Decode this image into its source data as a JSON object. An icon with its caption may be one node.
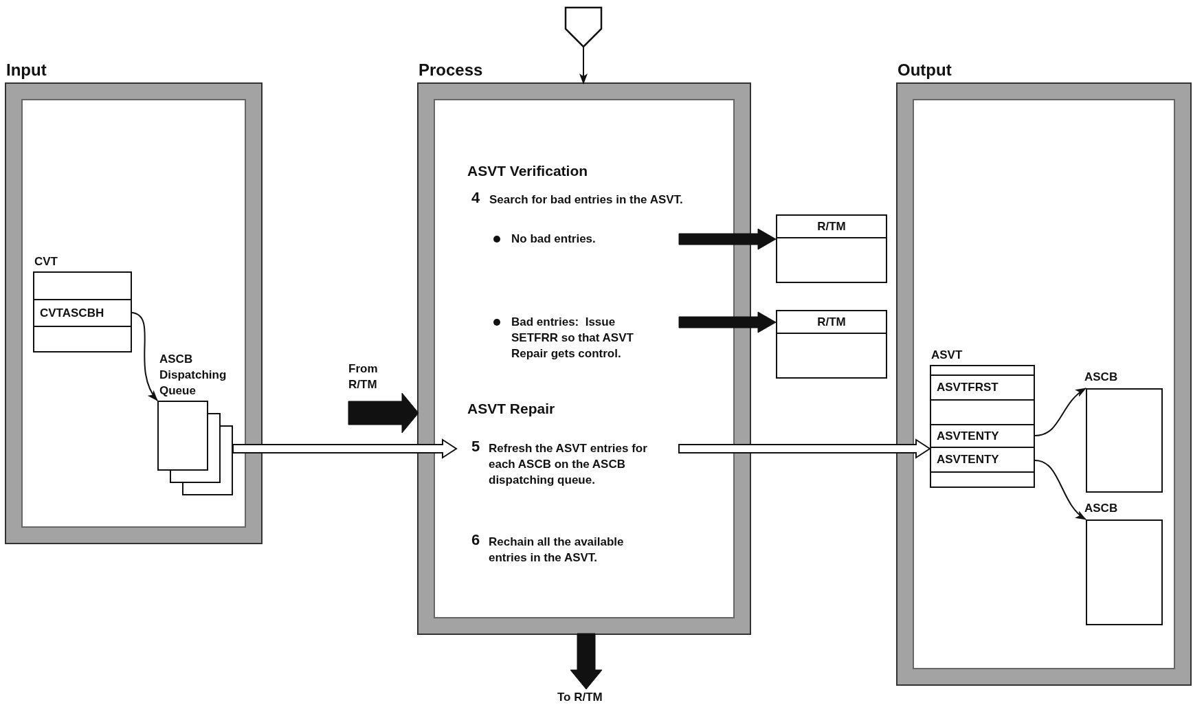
{
  "diagram": {
    "nodes": [
      {
        "text": [
          "Input"
        ]
      },
      {
        "text": [
          "CVT"
        ],
        "in": 0
      },
      {
        "text": [
          "CVTASCBH"
        ],
        "in": 1
      },
      {
        "text": [
          "ASCB Dispatching Queue"
        ],
        "in": 0
      },
      {
        "text": [
          "Process"
        ]
      },
      {
        "text": [
          "No bad entries."
        ],
        "in": 4
      },
      {
        "text": [
          "Bad entries:  Issue SETFRR so that ASVT Repair gets control."
        ],
        "in": 4
      },
      {
        "text": [
          "5",
          "Refresh the ASVT entries for each ASCB on the ASCB dispatching queue."
        ],
        "in": 4
      },
      {
        "text": [
          "R/TM"
        ]
      },
      {
        "text": [
          "R/TM"
        ]
      },
      {
        "text": [
          "Output"
        ]
      },
      {
        "text": [
          "ASVT"
        ],
        "in": 10
      },
      {
        "text": [
          "ASVTFRST"
        ],
        "in": 11
      },
      {
        "text": [
          "ASVTENTY"
        ],
        "in": 11
      },
      {
        "text": [
          "ASVTENTY"
        ],
        "in": 11
      },
      {
        "text": [
          "ASCB"
        ],
        "in": 10
      },
      {
        "text": [
          "ASCB"
        ],
        "in": 10
      },
      {
        "text": [],
        "shape": "pentagon"
      },
      {
        "text": [
          "From R/TM"
        ]
      },
      {
        "text": [
          "To R/TM"
        ]
      }
    ],
    "edges": [
      {
        "from": 17,
        "to": 4,
        "arrow": "to"
      },
      {
        "from": 2,
        "to": 3,
        "arrow": "to"
      },
      {
        "from": 3,
        "to": 7,
        "arrow": "to"
      },
      {
        "from": 18,
        "to": 4,
        "arrow": "to",
        "style": "thick"
      },
      {
        "from": 5,
        "to": 8,
        "arrow": "to",
        "style": "thick"
      },
      {
        "from": 6,
        "to": 9,
        "arrow": "to",
        "style": "thick"
      },
      {
        "from": 7,
        "to": 11,
        "arrow": "to"
      },
      {
        "from": 13,
        "to": 15,
        "arrow": "to"
      },
      {
        "from": 14,
        "to": 16,
        "arrow": "to"
      },
      {
        "from": 4,
        "to": 19,
        "arrow": "to",
        "style": "thick"
      }
    ],
    "labels": [
      "ASVT Verification",
      "4",
      "Search for bad entries in the ASVT.",
      "ASVT Repair",
      "6",
      "Rechain all the available entries in the ASVT."
    ]
  }
}
